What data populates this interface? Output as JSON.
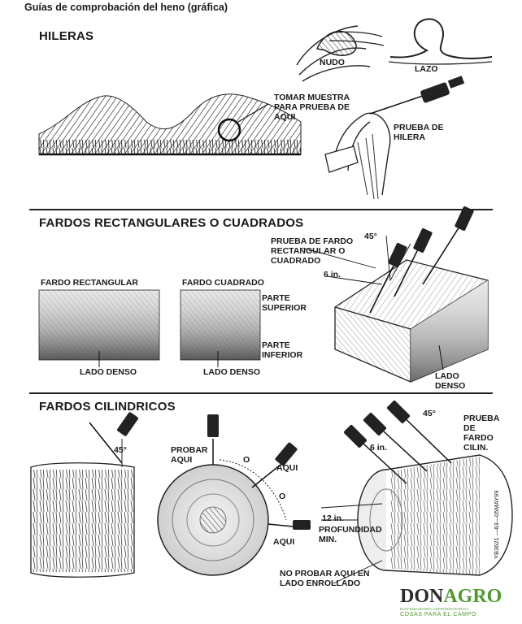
{
  "page_title": "Guías de comprobación del heno (gráfica)",
  "sections": {
    "hileras": {
      "title": "HILERAS",
      "labels": {
        "nudo": "NUDO",
        "lazo": "LAZO",
        "tomar_muestra": [
          "TOMAR MUESTRA",
          "PARA PRUEBA DE",
          "AQUI"
        ],
        "prueba_hilera": [
          "PRUEBA DE",
          "HILERA"
        ]
      }
    },
    "fardos_rectangulares": {
      "title": "FARDOS RECTANGULARES O CUADRADOS",
      "labels": {
        "fardo_rectangular": "FARDO RECTANGULAR",
        "fardo_cuadrado": "FARDO CUADRADO",
        "parte_superior": [
          "PARTE",
          "SUPERIOR"
        ],
        "parte_inferior": [
          "PARTE",
          "INFERIOR"
        ],
        "lado_denso_1": "LADO DENSO",
        "lado_denso_2": "LADO DENSO",
        "prueba_fardo_rect": [
          "PRUEBA DE FARDO",
          "RECTANGULAR O",
          "CUADRADO"
        ],
        "angle": "45°",
        "depth": "6 in.",
        "lado_denso_3": [
          "LADO",
          "DENSO"
        ]
      }
    },
    "fardos_cilindricos": {
      "title": "FARDOS CILINDRICOS",
      "labels": {
        "angle_left": "45°",
        "probar_aqui": [
          "PROBAR",
          "AQUI"
        ],
        "o_1": "O",
        "aqui_1": "AQUI",
        "o_2": "O",
        "aqui_2": "AQUI",
        "depth_6": "6 in.",
        "angle_right": "45°",
        "prueba_fardo_cilin": [
          "PRUEBA",
          "DE",
          "FARDO",
          "CILIN."
        ],
        "depth_12": "12 in.",
        "profundidad": [
          "PROFUNDIDAD",
          "MIN."
        ],
        "no_probar": [
          "NO PROBAR AQUI EN",
          "LADO ENROLLADO"
        ]
      }
    }
  },
  "side_code": "YB3621 —63—05MAY99",
  "logo": {
    "brand_1": "DON",
    "brand_2": "AGRO",
    "tagline_small": "DISTRIBUIDORA AGROINDUSTRIAL",
    "tagline": "COSAS PARA EL CAMPO",
    "colors": {
      "green": "#4e9a2a",
      "dark": "#2b2b2b"
    }
  }
}
